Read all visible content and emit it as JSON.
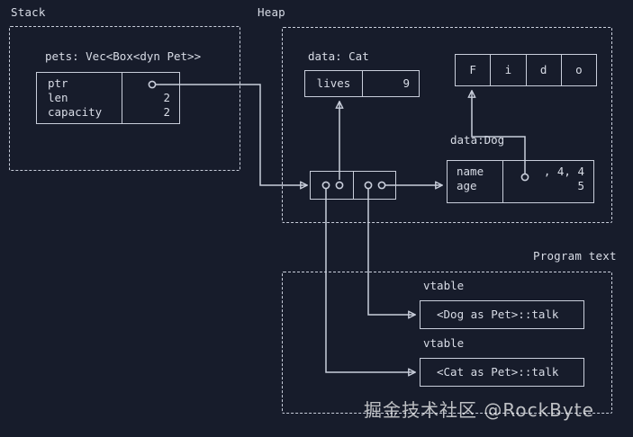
{
  "theme": {
    "background": "#171c2b",
    "line": "#c9cedb",
    "text": "#d8dce6"
  },
  "regions": {
    "stack": {
      "label": "Stack"
    },
    "heap": {
      "label": "Heap"
    },
    "program_text": {
      "label": "Program text"
    }
  },
  "stack": {
    "vec_caption": "pets: Vec<Box<dyn Pet>>",
    "vec_fields": [
      "ptr",
      "len",
      "capacity"
    ],
    "vec_values": [
      "",
      "2",
      "2"
    ]
  },
  "heap": {
    "cat_caption": "data: Cat",
    "cat_field": "lives",
    "cat_value": "9",
    "fido_chars": [
      "F",
      "i",
      "d",
      "o"
    ],
    "dog_caption": "data:Dog",
    "dog_fields": [
      "name",
      "age"
    ],
    "dog_values": [
      ", 4, 4",
      "5"
    ]
  },
  "program_text": {
    "vtable_label_1": "vtable",
    "vtable_entry_1": "<Dog as Pet>::talk",
    "vtable_label_2": "vtable",
    "vtable_entry_2": "<Cat as Pet>::talk"
  },
  "watermark": {
    "text": "掘金技术社区 @RockByte"
  }
}
